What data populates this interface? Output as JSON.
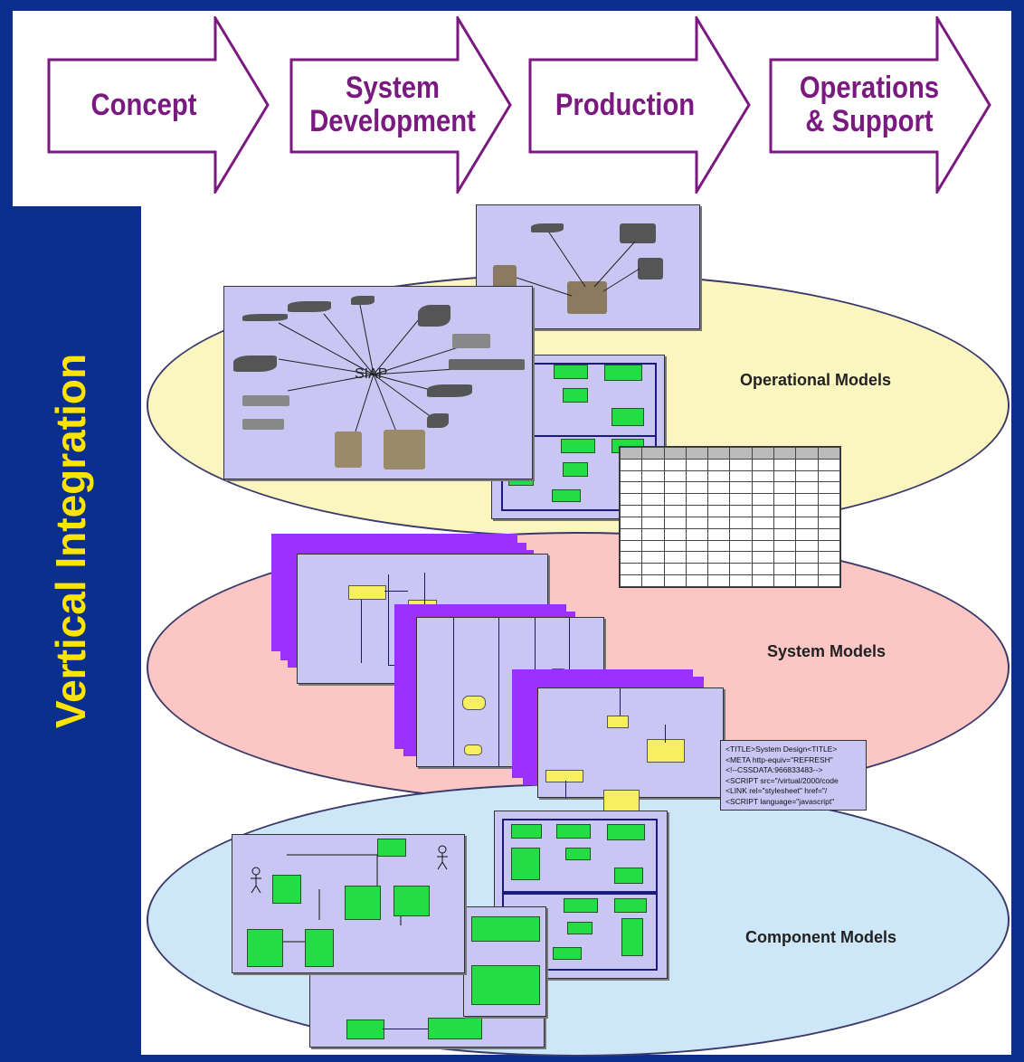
{
  "phases": [
    {
      "label": "Concept"
    },
    {
      "label": "System\nDevelopment"
    },
    {
      "label": "Production"
    },
    {
      "label": "Operations\n& Support"
    }
  ],
  "side_label": "Vertical Integration",
  "layers": [
    {
      "label": "Operational Models"
    },
    {
      "label": "System Models"
    },
    {
      "label": "Component Models"
    }
  ],
  "siap_label": "SIAP",
  "code_lines": [
    "<TITLE>System Design<TITLE>",
    "<META http-equiv=\"REFRESH\"",
    "<!--CSSDATA:966833483-->",
    "<SCRIPT src=\"/virtual/2000/code",
    "<LINK rel=\"stylesheet\" href=\"/",
    "<SCRIPT language=\"javascript\""
  ],
  "colors": {
    "frame": "#0a2f8f",
    "arrow_outline": "#7a1a80",
    "side_label": "#ffe400",
    "operational": "#fbf6c0",
    "system": "#fbc6c3",
    "component": "#cde6f8",
    "sheet": "#c9c6f4"
  }
}
